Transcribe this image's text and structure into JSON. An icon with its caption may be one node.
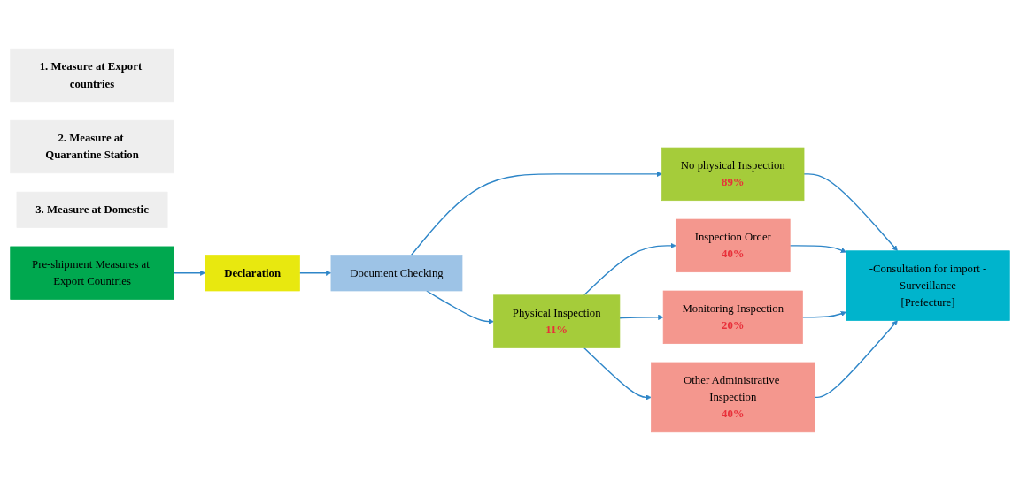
{
  "diagram": {
    "nodes": [
      {
        "text": [
          "1. Measure at Export countries"
        ]
      },
      {
        "text": [
          "2. Measure at Quarantine Station"
        ]
      },
      {
        "text": [
          "3. Measure at Domestic"
        ]
      },
      {
        "text": [
          "Pre-shipment Measures at Export Countries"
        ]
      },
      {
        "text": [
          "Declaration"
        ]
      },
      {
        "text": [
          "Document Checking"
        ]
      },
      {
        "text": [
          "No physical Inspection",
          "89%"
        ]
      },
      {
        "text": [
          "Physical Inspection",
          "11%"
        ]
      },
      {
        "text": [
          "Inspection Order",
          "40%"
        ]
      },
      {
        "text": [
          "Monitoring Inspection",
          "20%"
        ]
      },
      {
        "text": [
          "Other Administrative Inspection",
          "40%"
        ]
      },
      {
        "text": [
          "-Consultation for import -Surveillance",
          "[Prefecture]"
        ]
      }
    ],
    "edges": [
      {
        "from": 3,
        "to": 4,
        "arrow": "to"
      },
      {
        "from": 4,
        "to": 5,
        "arrow": "to"
      },
      {
        "from": 5,
        "to": 6,
        "arrow": "to"
      },
      {
        "from": 5,
        "to": 7,
        "arrow": "to"
      },
      {
        "from": 6,
        "to": 11,
        "arrow": "to"
      },
      {
        "from": 7,
        "to": 8,
        "arrow": "to"
      },
      {
        "from": 7,
        "to": 9,
        "arrow": "to"
      },
      {
        "from": 7,
        "to": 10,
        "arrow": "to"
      },
      {
        "from": 8,
        "to": 11,
        "arrow": "to"
      },
      {
        "from": 9,
        "to": 11,
        "arrow": "to"
      },
      {
        "from": 10,
        "to": 11,
        "arrow": "to"
      }
    ]
  }
}
